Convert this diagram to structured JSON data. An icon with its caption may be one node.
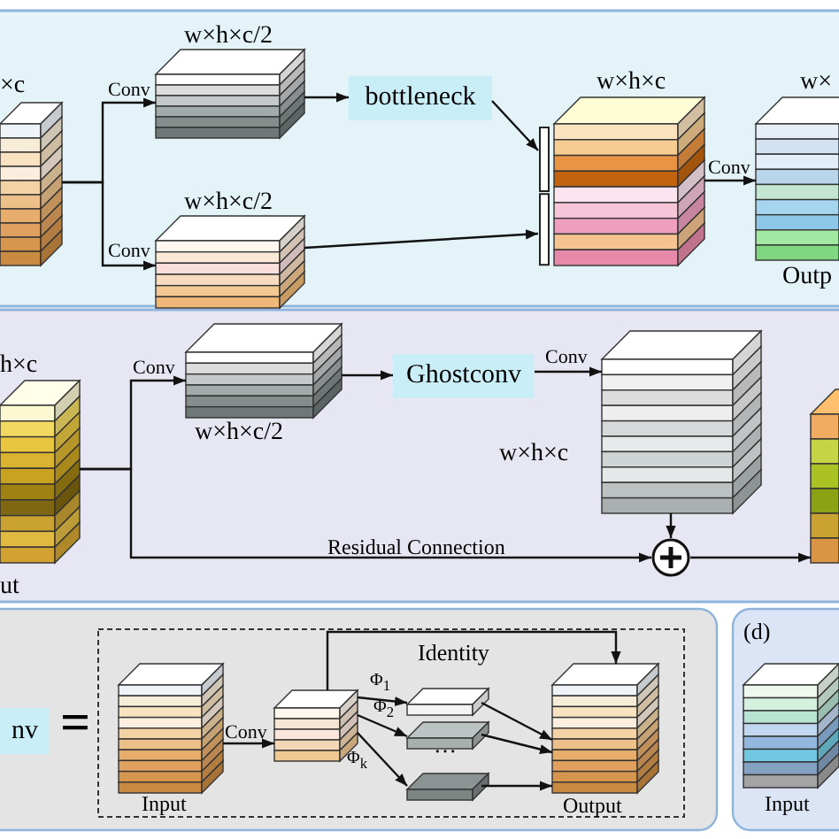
{
  "diagram": {
    "nodes": [
      {
        "text": [],
        "shape": "cube",
        "beside": [
          "×c"
        ]
      },
      {
        "text": [],
        "shape": "cube",
        "beside": [
          "w×h×c/2"
        ]
      },
      {
        "text": [],
        "shape": "cube",
        "beside": [
          "w×h×c/2"
        ]
      },
      {
        "text": [
          "bottleneck"
        ]
      },
      {
        "text": [],
        "shape": "cube",
        "beside": [
          "w×h×c"
        ]
      },
      {
        "text": [],
        "shape": "cube",
        "beside": [
          "w×",
          "Outp"
        ]
      },
      {
        "text": [],
        "shape": "cube",
        "beside": [
          "h×c",
          "ut"
        ]
      },
      {
        "text": [],
        "shape": "cube",
        "beside": [
          "w×h×c/2"
        ]
      },
      {
        "text": [
          "Ghostconv"
        ]
      },
      {
        "text": [],
        "shape": "cube",
        "beside": [
          "w×h×c"
        ]
      },
      {
        "text": [],
        "shape": "circle"
      },
      {
        "text": [],
        "shape": "cube"
      },
      {
        "text": [
          "nv"
        ]
      },
      {
        "text": [],
        "shape": "box"
      },
      {
        "text": [],
        "shape": "cube",
        "in": 13,
        "beside": [
          "Input"
        ]
      },
      {
        "text": [],
        "shape": "cube",
        "in": 13
      },
      {
        "text": [],
        "shape": "cube",
        "in": 13
      },
      {
        "text": [],
        "shape": "cube",
        "in": 13
      },
      {
        "text": [],
        "shape": "cube",
        "in": 13
      },
      {
        "text": [],
        "shape": "cube",
        "in": 13,
        "beside": [
          "Output"
        ]
      },
      {
        "text": [],
        "shape": "cube",
        "beside": [
          "Input"
        ]
      }
    ],
    "edges": [
      {
        "from": 0,
        "to": 1,
        "arrow": "to",
        "label": "Conv"
      },
      {
        "from": 0,
        "to": 2,
        "arrow": "to",
        "label": "Conv"
      },
      {
        "from": 1,
        "to": 3,
        "arrow": "to"
      },
      {
        "from": 3,
        "to": 4,
        "arrow": "to"
      },
      {
        "from": 2,
        "to": 4,
        "arrow": "to"
      },
      {
        "from": 4,
        "to": 5,
        "arrow": "to",
        "label": "Conv"
      },
      {
        "from": 6,
        "to": 7,
        "arrow": "to",
        "label": "Conv"
      },
      {
        "from": 7,
        "to": 8,
        "arrow": "to"
      },
      {
        "from": 8,
        "to": 9,
        "arrow": "to",
        "label": "Conv"
      },
      {
        "from": 9,
        "to": 10,
        "arrow": "to"
      },
      {
        "from": 6,
        "to": 10,
        "arrow": "to",
        "label": "Residual Connection"
      },
      {
        "from": 10,
        "to": 11,
        "arrow": "to"
      },
      {
        "from": 14,
        "to": 15,
        "arrow": "to",
        "label": "Conv"
      },
      {
        "from": 15,
        "to": 16,
        "arrow": "to",
        "label": "Φ$_{1}$"
      },
      {
        "from": 15,
        "to": 17,
        "arrow": "to",
        "label": "Φ$_{2}$"
      },
      {
        "from": 15,
        "to": 18,
        "arrow": "to",
        "label": "Φ$_{k}$"
      },
      {
        "from": 15,
        "to": 19,
        "arrow": "to",
        "label": "Identity"
      },
      {
        "from": 16,
        "to": 19,
        "arrow": "to"
      },
      {
        "from": 17,
        "to": 19,
        "arrow": "to"
      },
      {
        "from": 18,
        "to": 19,
        "arrow": "to"
      }
    ],
    "labels": [
      "=",
      "…",
      "(d)"
    ]
  }
}
